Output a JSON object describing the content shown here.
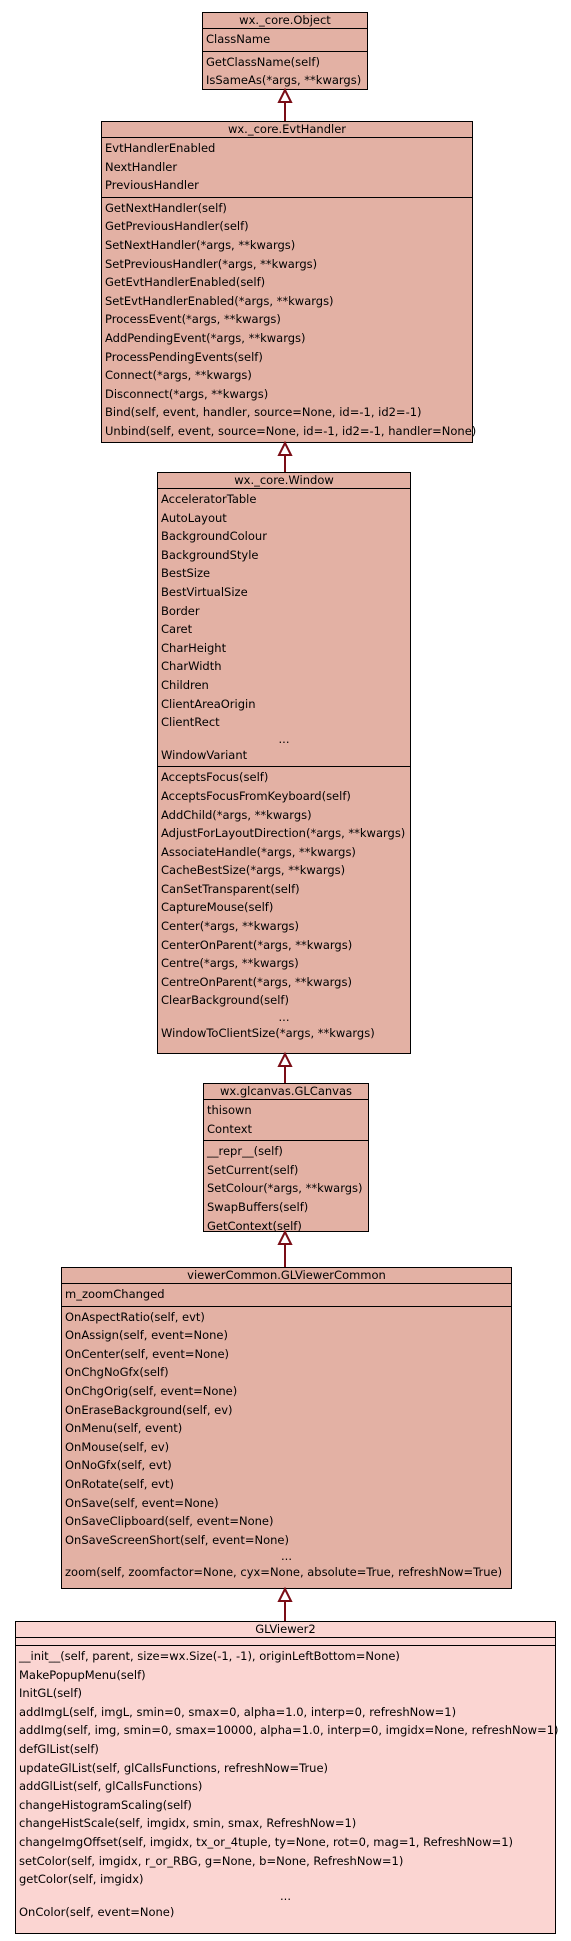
{
  "colors": {
    "box_fill": "#e3b1a4",
    "highlight_fill": "#fbd5d2",
    "border": "#000000",
    "arrow": "#7a0d16"
  },
  "classes": [
    {
      "id": "object",
      "name": "wx._core.Object",
      "attributes": [
        "ClassName"
      ],
      "methods": [
        "GetClassName(self)",
        "IsSameAs(*args, **kwargs)"
      ]
    },
    {
      "id": "evthandler",
      "name": "wx._core.EvtHandler",
      "attributes": [
        "EvtHandlerEnabled",
        "NextHandler",
        "PreviousHandler"
      ],
      "methods": [
        "GetNextHandler(self)",
        "GetPreviousHandler(self)",
        "SetNextHandler(*args, **kwargs)",
        "SetPreviousHandler(*args, **kwargs)",
        "GetEvtHandlerEnabled(self)",
        "SetEvtHandlerEnabled(*args, **kwargs)",
        "ProcessEvent(*args, **kwargs)",
        "AddPendingEvent(*args, **kwargs)",
        "ProcessPendingEvents(self)",
        "Connect(*args, **kwargs)",
        "Disconnect(*args, **kwargs)",
        "Bind(self, event, handler, source=None, id=-1, id2=-1)",
        "Unbind(self, event, source=None, id=-1, id2=-1, handler=None)"
      ]
    },
    {
      "id": "window",
      "name": "wx._core.Window",
      "attributes": [
        "AcceleratorTable",
        "AutoLayout",
        "BackgroundColour",
        "BackgroundStyle",
        "BestSize",
        "BestVirtualSize",
        "Border",
        "Caret",
        "CharHeight",
        "CharWidth",
        "Children",
        "ClientAreaOrigin",
        "ClientRect",
        "...",
        "WindowVariant"
      ],
      "methods": [
        "AcceptsFocus(self)",
        "AcceptsFocusFromKeyboard(self)",
        "AddChild(*args, **kwargs)",
        "AdjustForLayoutDirection(*args, **kwargs)",
        "AssociateHandle(*args, **kwargs)",
        "CacheBestSize(*args, **kwargs)",
        "CanSetTransparent(self)",
        "CaptureMouse(self)",
        "Center(*args, **kwargs)",
        "CenterOnParent(*args, **kwargs)",
        "Centre(*args, **kwargs)",
        "CentreOnParent(*args, **kwargs)",
        "ClearBackground(self)",
        "...",
        "WindowToClientSize(*args, **kwargs)"
      ]
    },
    {
      "id": "glcanvas",
      "name": "wx.glcanvas.GLCanvas",
      "attributes": [
        "thisown",
        "Context"
      ],
      "methods": [
        "__repr__(self)",
        "SetCurrent(self)",
        "SetColour(*args, **kwargs)",
        "SwapBuffers(self)",
        "GetContext(self)"
      ]
    },
    {
      "id": "glviewercommon",
      "name": "viewerCommon.GLViewerCommon",
      "attributes": [
        "m_zoomChanged"
      ],
      "methods": [
        "OnAspectRatio(self, evt)",
        "OnAssign(self, event=None)",
        "OnCenter(self, event=None)",
        "OnChgNoGfx(self)",
        "OnChgOrig(self, event=None)",
        "OnEraseBackground(self, ev)",
        "OnMenu(self, event)",
        "OnMouse(self, ev)",
        "OnNoGfx(self, evt)",
        "OnRotate(self, evt)",
        "OnSave(self, event=None)",
        "OnSaveClipboard(self, event=None)",
        "OnSaveScreenShort(self, event=None)",
        "...",
        "zoom(self, zoomfactor=None, cyx=None, absolute=True, refreshNow=True)"
      ]
    },
    {
      "id": "glviewer2",
      "name": "GLViewer2",
      "attributes": [],
      "methods": [
        "__init__(self, parent, size=wx.Size(-1, -1), originLeftBottom=None)",
        "MakePopupMenu(self)",
        "InitGL(self)",
        "addImgL(self, imgL, smin=0, smax=0, alpha=1.0, interp=0, refreshNow=1)",
        "addImg(self, img, smin=0, smax=10000, alpha=1.0, interp=0, imgidx=None, refreshNow=1)",
        "defGlList(self)",
        "updateGlList(self, glCallsFunctions, refreshNow=True)",
        "addGlList(self, glCallsFunctions)",
        "changeHistogramScaling(self)",
        "changeHistScale(self, imgidx, smin, smax, RefreshNow=1)",
        "changeImgOffset(self, imgidx, tx_or_4tuple, ty=None, rot=0, mag=1, RefreshNow=1)",
        "setColor(self, imgidx, r_or_RBG, g=None, b=None, RefreshNow=1)",
        "getColor(self, imgidx)",
        "...",
        "OnColor(self, event=None)"
      ]
    }
  ]
}
